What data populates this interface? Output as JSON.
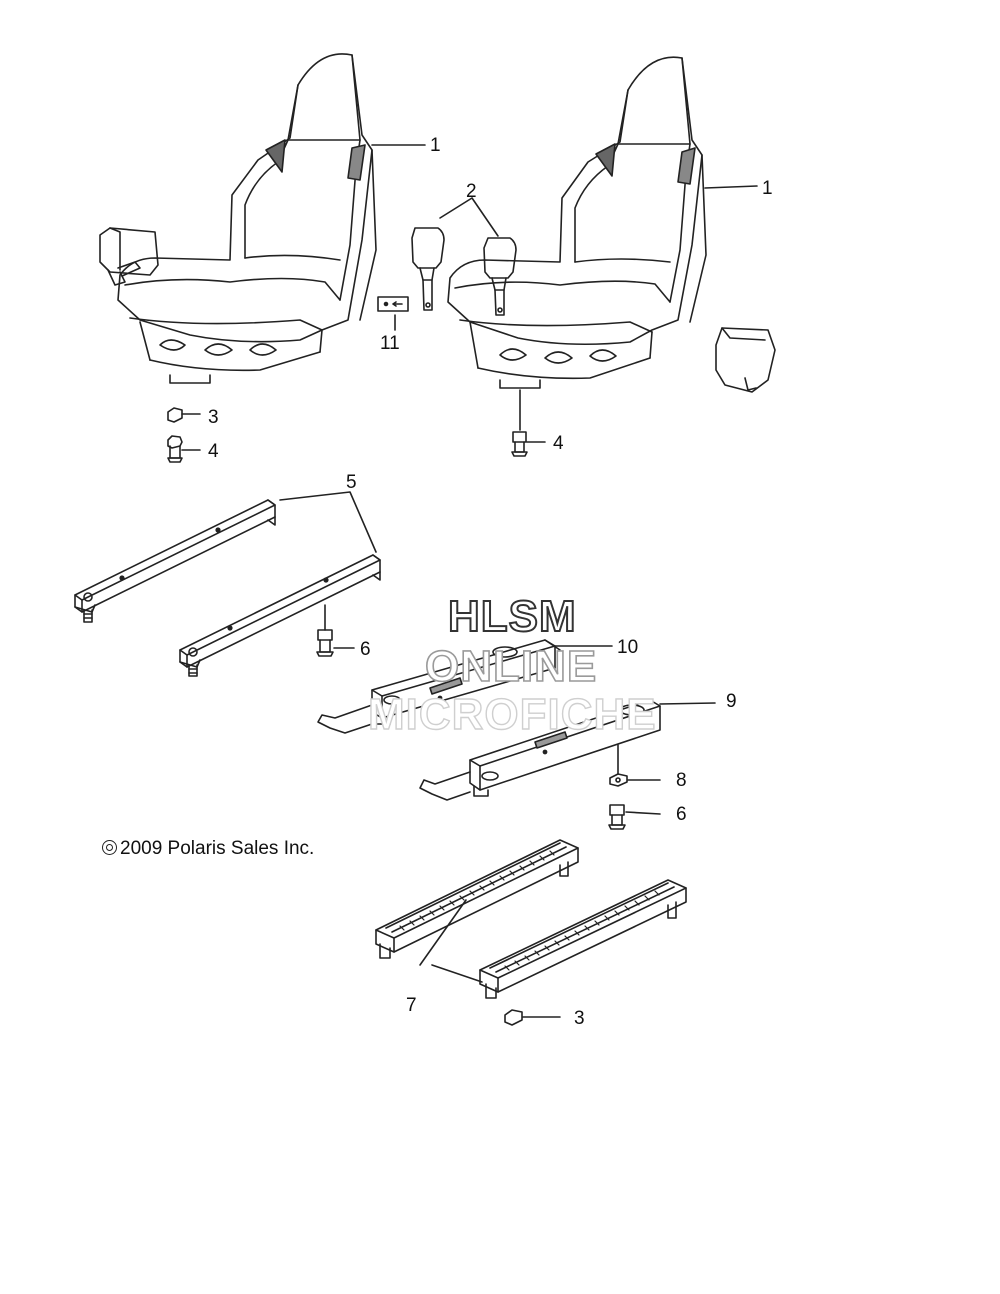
{
  "watermark": {
    "line1": "HLSM",
    "line2": "ONLINE",
    "line3": "MICROFICHE"
  },
  "copyright": {
    "text": "2009 Polaris Sales Inc.",
    "icon": "copyright-icon"
  },
  "callouts": {
    "seat_left": "1",
    "seat_right": "1",
    "seat_belt_buckles": "2",
    "nut_upper": "3",
    "screw_left": "4",
    "screw_right": "4",
    "seat_rails": "5",
    "screw_rails": "6",
    "adjuster_rails": "7",
    "washer": "8",
    "slider_right": "9",
    "slider_left": "10",
    "label_decal": "11",
    "screw_slider": "6",
    "nut_lower": "3"
  },
  "colors": {
    "line": "#222222",
    "background": "#ffffff"
  }
}
